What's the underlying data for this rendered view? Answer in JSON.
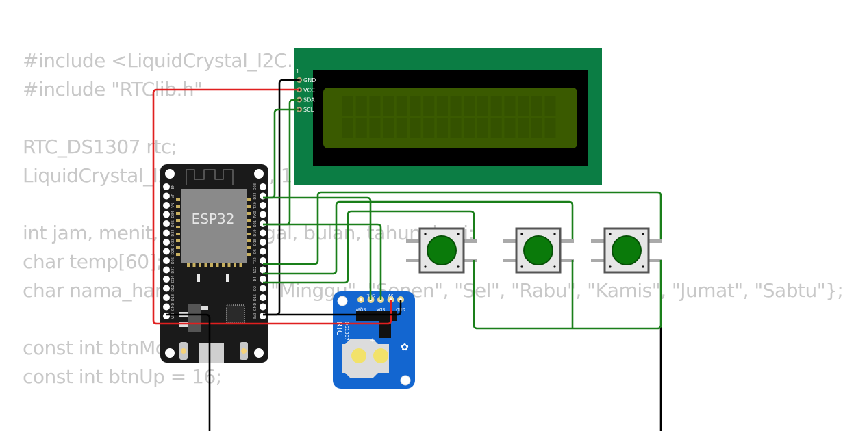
{
  "code_lines": [
    "#include <LiquidCrystal_I2C.h>",
    "#include \"RTClib.h\"",
    "",
    "RTC_DS1307 rtc;",
    "LiquidCrystal_I2C lcd(0x27, 16, 2);",
    "",
    "int jam, menit, detik, tanggal, bulan, tahun, hari;",
    "char temp[60];",
    "char nama_hari[7][12] = {\"Minggu\", \"Senen\", \"Sel\", \"Rabu\", \"Kamis\", \"Jumat\", \"Sabtu\"};",
    "",
    "const int btnMode = 4;",
    "const int btnUp = 16;"
  ],
  "lcd": {
    "pin_index_label": "1",
    "pins": [
      "GND",
      "VCC",
      "SDA",
      "SCL"
    ],
    "columns": 16,
    "rows": 2
  },
  "esp32": {
    "chip_label": "ESP32",
    "left_pins": [
      "EN",
      "VP",
      "VN",
      "D34",
      "D35",
      "D32",
      "D33",
      "D25",
      "D26",
      "D27",
      "D14",
      "D12",
      "D13",
      "GND",
      "VIN"
    ],
    "right_pins": [
      "D23",
      "D22",
      "TX0",
      "RX0",
      "D21",
      "D19",
      "D18",
      "D5",
      "TX2",
      "RX2",
      "D4",
      "D2",
      "D15",
      "GND",
      "3V3"
    ]
  },
  "rtc": {
    "title": "RTC",
    "model": "DS1307",
    "pins": [
      "SQW",
      "SCL",
      "SDA",
      "5V",
      "GND"
    ]
  },
  "buttons": [
    {
      "name": "button-1"
    },
    {
      "name": "button-2"
    },
    {
      "name": "button-3"
    }
  ],
  "colors": {
    "wire_green": "#1a7f1a",
    "wire_red": "#e01f1f",
    "wire_black": "#000000",
    "lcd_board": "#0b7d44",
    "lcd_screen": "#3a5a00",
    "esp_board": "#1a1a1a",
    "rtc_board": "#1366d0",
    "button_cap": "#0a7a0a"
  }
}
